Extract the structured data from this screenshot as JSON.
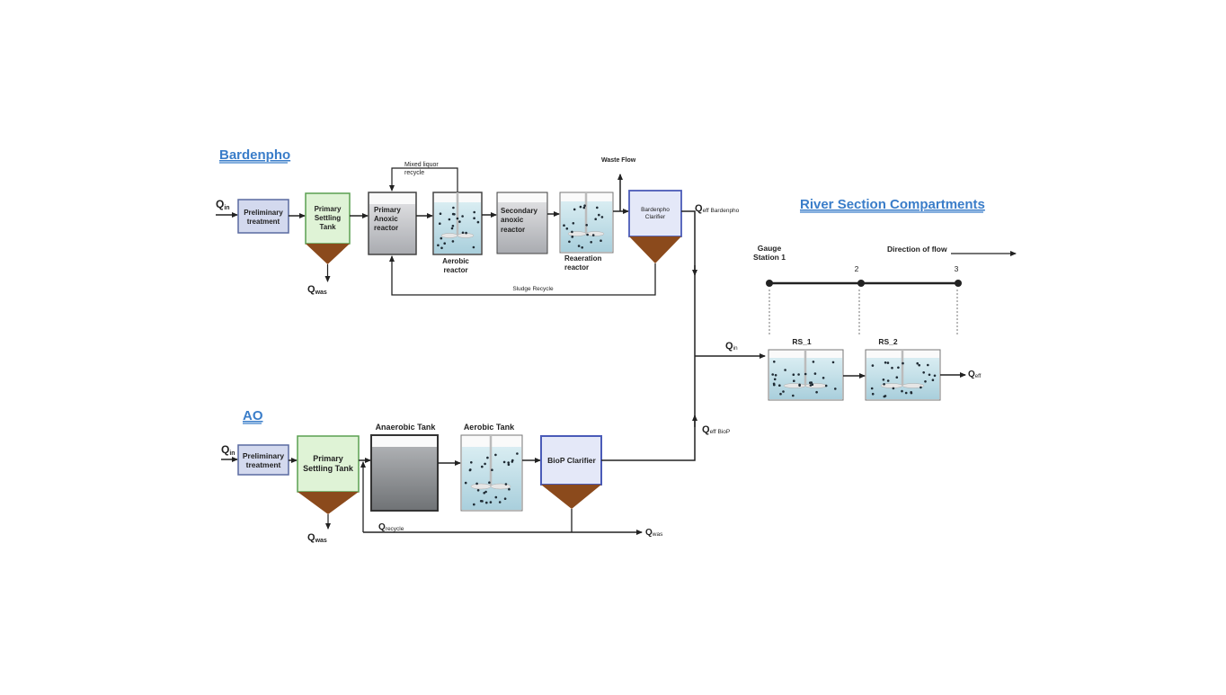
{
  "sections": {
    "bardenpho_title": "Bardenpho",
    "ao_title": "AO",
    "river_title": "River Section Compartments"
  },
  "bardenpho": {
    "q_in": "Q",
    "q_in_sub": "in",
    "preliminary": [
      "Preliminary",
      "treatment"
    ],
    "primary_settling": [
      "Primary",
      "Settling",
      "Tank"
    ],
    "q_was": "Q",
    "q_was_sub": "was",
    "primary_anoxic": [
      "Primary",
      "Anoxic",
      "reactor"
    ],
    "mixed_liquor": [
      "Mixed liquor",
      "recycle"
    ],
    "aerobic": [
      "Aerobic",
      "reactor"
    ],
    "secondary_anoxic": [
      "Secondary",
      "anoxic",
      "reactor"
    ],
    "reaeration": [
      "Reaeration",
      "reactor"
    ],
    "waste_flow": "Waste Flow",
    "clarifier": [
      "Bardenpho",
      "Clarifier"
    ],
    "q_eff": "Q",
    "q_eff_sub": "eff Bardenpho",
    "sludge_recycle": "Sludge Recycle"
  },
  "ao": {
    "q_in": "Q",
    "q_in_sub": "in",
    "preliminary": [
      "Preliminary",
      "treatment"
    ],
    "primary_settling": [
      "Primary",
      "Settling Tank"
    ],
    "q_was": "Q",
    "q_was_sub": "was",
    "anaerobic": "Anaerobic Tank",
    "aerobic": "Aerobic Tank",
    "clarifier": "BioP Clarifier",
    "q_recycle": "Q",
    "q_recycle_sub": "recycle",
    "q_was2": "Q",
    "q_was2_sub": "was",
    "q_eff": "Q",
    "q_eff_sub": "eff BioP"
  },
  "river": {
    "gauge": [
      "Gauge",
      "Station 1"
    ],
    "station2": "2",
    "station3": "3",
    "direction": "Direction of flow",
    "q_in": "Q",
    "q_in_sub": "in",
    "rs1": "RS_1",
    "rs2": "RS_2",
    "q_eff": "Q",
    "q_eff_sub": "eff"
  },
  "colors": {
    "title_blue": "#3a7dc9",
    "preliminary_fill": "#d3d9ee",
    "settling_fill": "#dff3d6",
    "sludge_brown": "#8b4a1c",
    "clarifier_fill": "#e4e8f8",
    "clarifier_border": "#4a5bb8",
    "water_blue": "#cde6ee"
  }
}
